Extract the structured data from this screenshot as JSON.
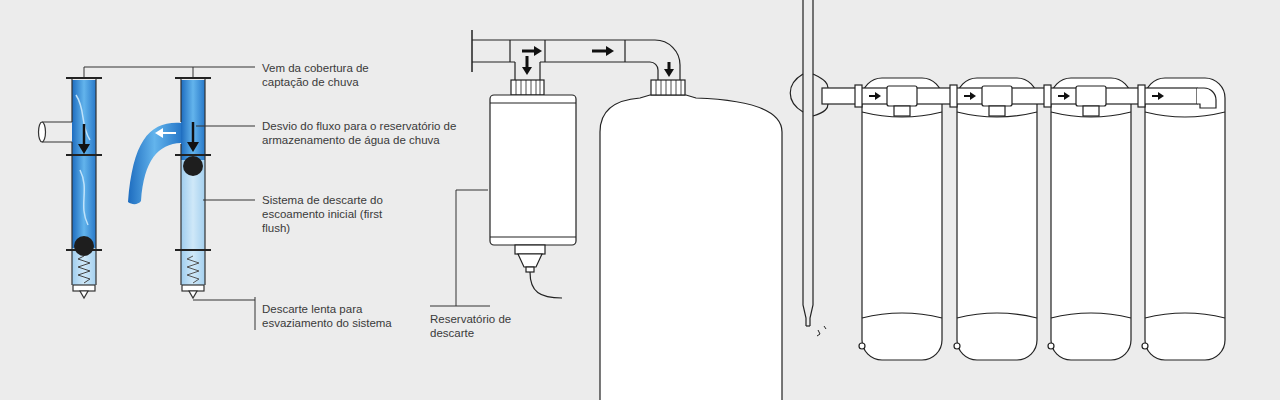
{
  "diagram": {
    "labels": [
      "Vem da cobertura de captação de chuva",
      "Desvio do fluxo para o reservatório de armazenamento de água de chuva",
      "Sistema de descarte do escoamento inicial (first flush)",
      "Descarte lenta para esvaziamento do sistema",
      "Reservatório de descarte"
    ]
  }
}
